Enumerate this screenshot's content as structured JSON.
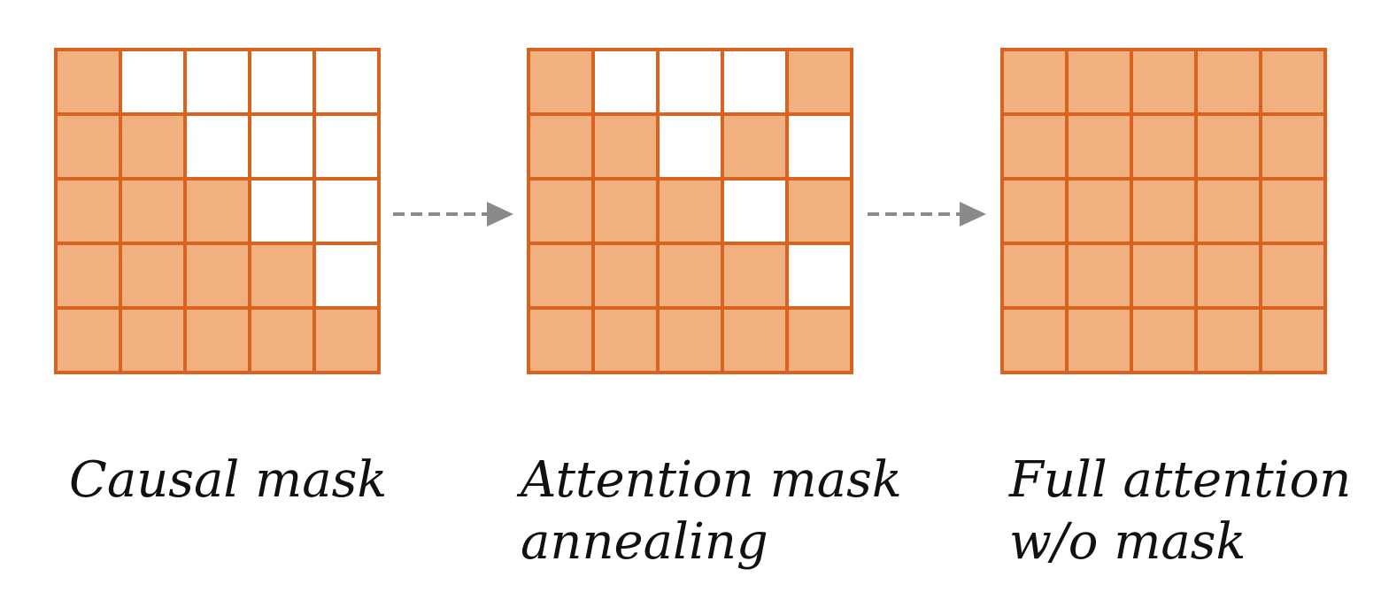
{
  "colors": {
    "filled": "#f0b07f",
    "empty": "#ffffff",
    "grid_line": "#d9621f",
    "arrow": "#8a8a8a"
  },
  "panels": [
    {
      "id": "causal-mask",
      "caption_lines": [
        "Causal mask"
      ],
      "mask": [
        [
          1,
          0,
          0,
          0,
          0
        ],
        [
          1,
          1,
          0,
          0,
          0
        ],
        [
          1,
          1,
          1,
          0,
          0
        ],
        [
          1,
          1,
          1,
          1,
          0
        ],
        [
          1,
          1,
          1,
          1,
          1
        ]
      ]
    },
    {
      "id": "attention-mask-annealing",
      "caption_lines": [
        "Attention mask",
        "annealing"
      ],
      "mask": [
        [
          1,
          0,
          0,
          0,
          1
        ],
        [
          1,
          1,
          0,
          1,
          0
        ],
        [
          1,
          1,
          1,
          0,
          1
        ],
        [
          1,
          1,
          1,
          1,
          0
        ],
        [
          1,
          1,
          1,
          1,
          1
        ]
      ]
    },
    {
      "id": "full-attention",
      "caption_lines": [
        "Full attention",
        "w/o mask"
      ],
      "mask": [
        [
          1,
          1,
          1,
          1,
          1
        ],
        [
          1,
          1,
          1,
          1,
          1
        ],
        [
          1,
          1,
          1,
          1,
          1
        ],
        [
          1,
          1,
          1,
          1,
          1
        ],
        [
          1,
          1,
          1,
          1,
          1
        ]
      ]
    }
  ],
  "arrows": [
    {
      "from": "causal-mask",
      "to": "attention-mask-annealing",
      "style": "dashed"
    },
    {
      "from": "attention-mask-annealing",
      "to": "full-attention",
      "style": "dashed"
    }
  ]
}
